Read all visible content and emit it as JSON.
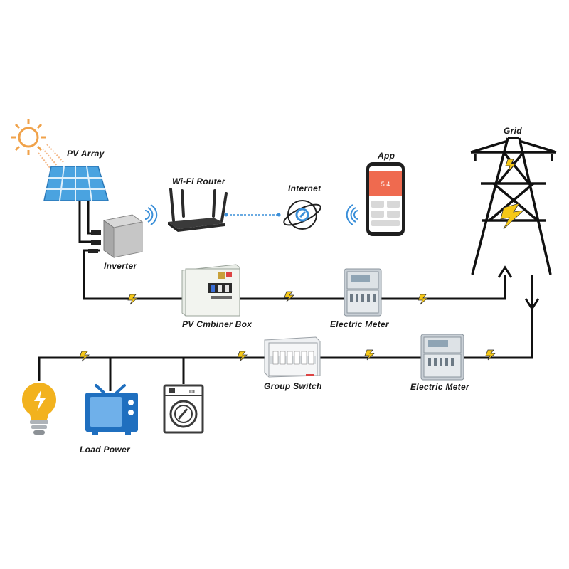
{
  "labels": {
    "pv_array": "PV Array",
    "wifi_router": "Wi-Fi  Router",
    "internet": "Internet",
    "app": "App",
    "grid": "Grid",
    "inverter": "Inverter",
    "combiner_box": "PV Cmbiner Box",
    "electric_meter_top": "Electric Meter",
    "group_switch": "Group Switch",
    "electric_meter_bottom": "Electric Meter",
    "load_power": "Load Power"
  },
  "app_screen": {
    "value": "5.4"
  },
  "washer_badge": "I0I",
  "colors": {
    "sun": "#f0a24a",
    "solar_panel": "#4aa3e0",
    "wifi": "#3a8fd9",
    "app_header": "#ef6a4f",
    "bolt": "#f6c817",
    "tv": "#1f6fbf",
    "bulb": "#f2b21e",
    "wire": "#111111"
  }
}
